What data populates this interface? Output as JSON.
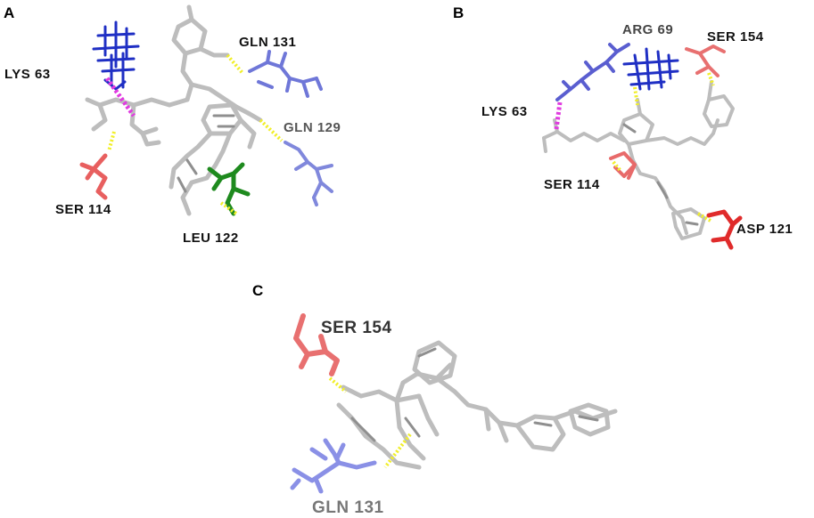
{
  "panels": [
    {
      "letter": "A",
      "residues": [
        {
          "label": "LYS 63",
          "color": "#1f2fc4",
          "text_color": "#111111"
        },
        {
          "label": "GLN 131",
          "color": "#6f77d8",
          "text_color": "#111111"
        },
        {
          "label": "GLN 129",
          "color": "#8088dc",
          "text_color": "#555555"
        },
        {
          "label": "SER 114",
          "color": "#e85f5f",
          "text_color": "#111111"
        },
        {
          "label": "LEU 122",
          "color": "#1e8a1e",
          "text_color": "#111111"
        }
      ]
    },
    {
      "letter": "B",
      "residues": [
        {
          "label": "ARG 69",
          "color": "#1f2fc4",
          "text_color": "#444444"
        },
        {
          "label": "SER 154",
          "color": "#e87070",
          "text_color": "#111111"
        },
        {
          "label": "LYS 63",
          "color": "#5a5ed0",
          "text_color": "#111111"
        },
        {
          "label": "SER 114",
          "color": "#e86a6a",
          "text_color": "#111111"
        },
        {
          "label": "ASP 121",
          "color": "#e02b2b",
          "text_color": "#111111"
        }
      ]
    },
    {
      "letter": "C",
      "residues": [
        {
          "label": "SER 154",
          "color": "#e87070",
          "text_color": "#333333"
        },
        {
          "label": "GLN 131",
          "color": "#8a90e6",
          "text_color": "#777777"
        }
      ]
    }
  ],
  "colors": {
    "ligand": "#bdbdbd",
    "ligand_dark": "#8f8f8f",
    "hydrogen_bond": "#f1ef2a",
    "salt_bridge": "#e03be0"
  }
}
